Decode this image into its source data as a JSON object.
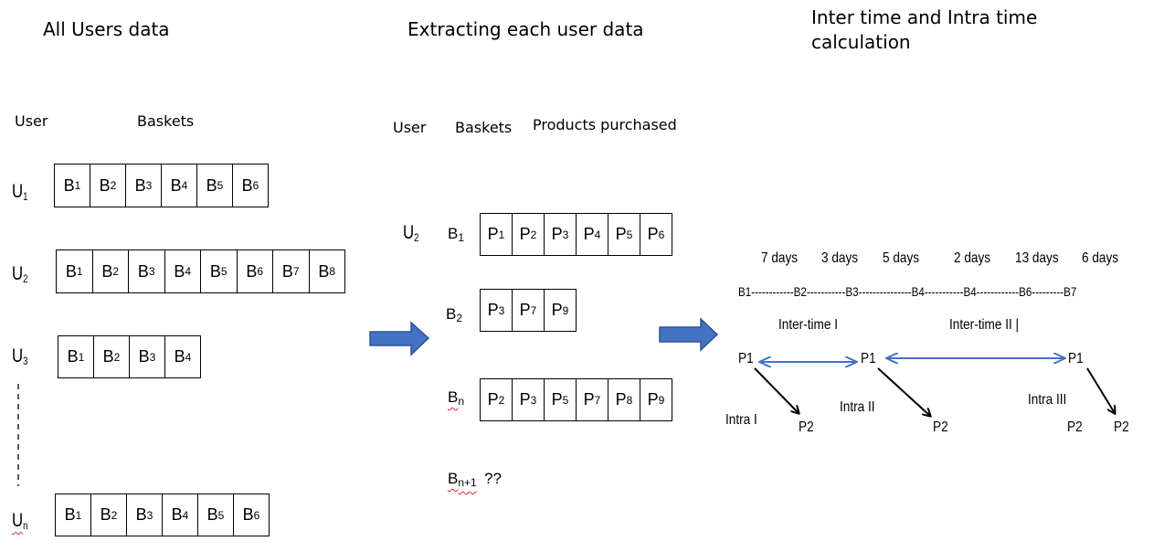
{
  "headings": {
    "all_users": "All Users data",
    "extracting": "Extracting each user data",
    "inter_intra_line1": "Inter time and Intra time",
    "inter_intra_line2": "calculation"
  },
  "panel1": {
    "user_header": "User",
    "baskets_header": "Baskets",
    "rows": [
      {
        "user": "U",
        "user_sub": "1",
        "cells": [
          [
            "B",
            "1"
          ],
          [
            "B",
            "2"
          ],
          [
            "B",
            "3"
          ],
          [
            "B",
            "4"
          ],
          [
            "B",
            "5"
          ],
          [
            "B",
            "6"
          ]
        ]
      },
      {
        "user": "U",
        "user_sub": "2",
        "cells": [
          [
            "B",
            "1"
          ],
          [
            "B",
            "2"
          ],
          [
            "B",
            "3"
          ],
          [
            "B",
            "4"
          ],
          [
            "B",
            "5"
          ],
          [
            "B",
            "6"
          ],
          [
            "B",
            "7"
          ],
          [
            "B",
            "8"
          ]
        ]
      },
      {
        "user": "U",
        "user_sub": "3",
        "cells": [
          [
            "B",
            "1"
          ],
          [
            "B",
            "2"
          ],
          [
            "B",
            "3"
          ],
          [
            "B",
            "4"
          ]
        ]
      },
      {
        "user": "U",
        "user_sub": "n",
        "cells": [
          [
            "B",
            "1"
          ],
          [
            "B",
            "2"
          ],
          [
            "B",
            "3"
          ],
          [
            "B",
            "4"
          ],
          [
            "B",
            "5"
          ],
          [
            "B",
            "6"
          ]
        ]
      }
    ]
  },
  "panel2": {
    "user_header": "User",
    "baskets_header": "Baskets",
    "products_header": "Products purchased",
    "user": "U",
    "user_sub": "2",
    "rows": [
      {
        "basket": "B",
        "basket_sub": "1",
        "cells": [
          [
            "P",
            "1"
          ],
          [
            "P",
            "2"
          ],
          [
            "P",
            "3"
          ],
          [
            "P",
            "4"
          ],
          [
            "P",
            "5"
          ],
          [
            "P",
            "6"
          ]
        ]
      },
      {
        "basket": "B",
        "basket_sub": "2",
        "cells": [
          [
            "P",
            "3"
          ],
          [
            "P",
            "7"
          ],
          [
            "P",
            "9"
          ]
        ]
      },
      {
        "basket": "B",
        "basket_sub": "n",
        "cells": [
          [
            "P",
            "2"
          ],
          [
            "P",
            "3"
          ],
          [
            "P",
            "5"
          ],
          [
            "P",
            "7"
          ],
          [
            "P",
            "8"
          ],
          [
            "P",
            "9"
          ]
        ]
      }
    ],
    "next_basket": "B",
    "next_basket_sub": "n+1",
    "unknown": "??"
  },
  "panel3": {
    "days": [
      "7 days",
      "3 days",
      "5 days",
      "2 days",
      "13 days",
      "6 days"
    ],
    "timeline": "B1------------B2-----------B3---------------B4-----------B4------------B6---------B7",
    "inter1": "Inter-time I",
    "inter2": "Inter-time II |",
    "p1": "P1",
    "p2": "P2",
    "intra1": "Intra I",
    "intra2": "Intra II",
    "intra3": "Intra III"
  },
  "colors": {
    "arrow_fill": "#4472c4",
    "arrow_stroke": "#2f528f",
    "double_arrow": "#4472c4",
    "squiggle": "#d12a2a"
  }
}
